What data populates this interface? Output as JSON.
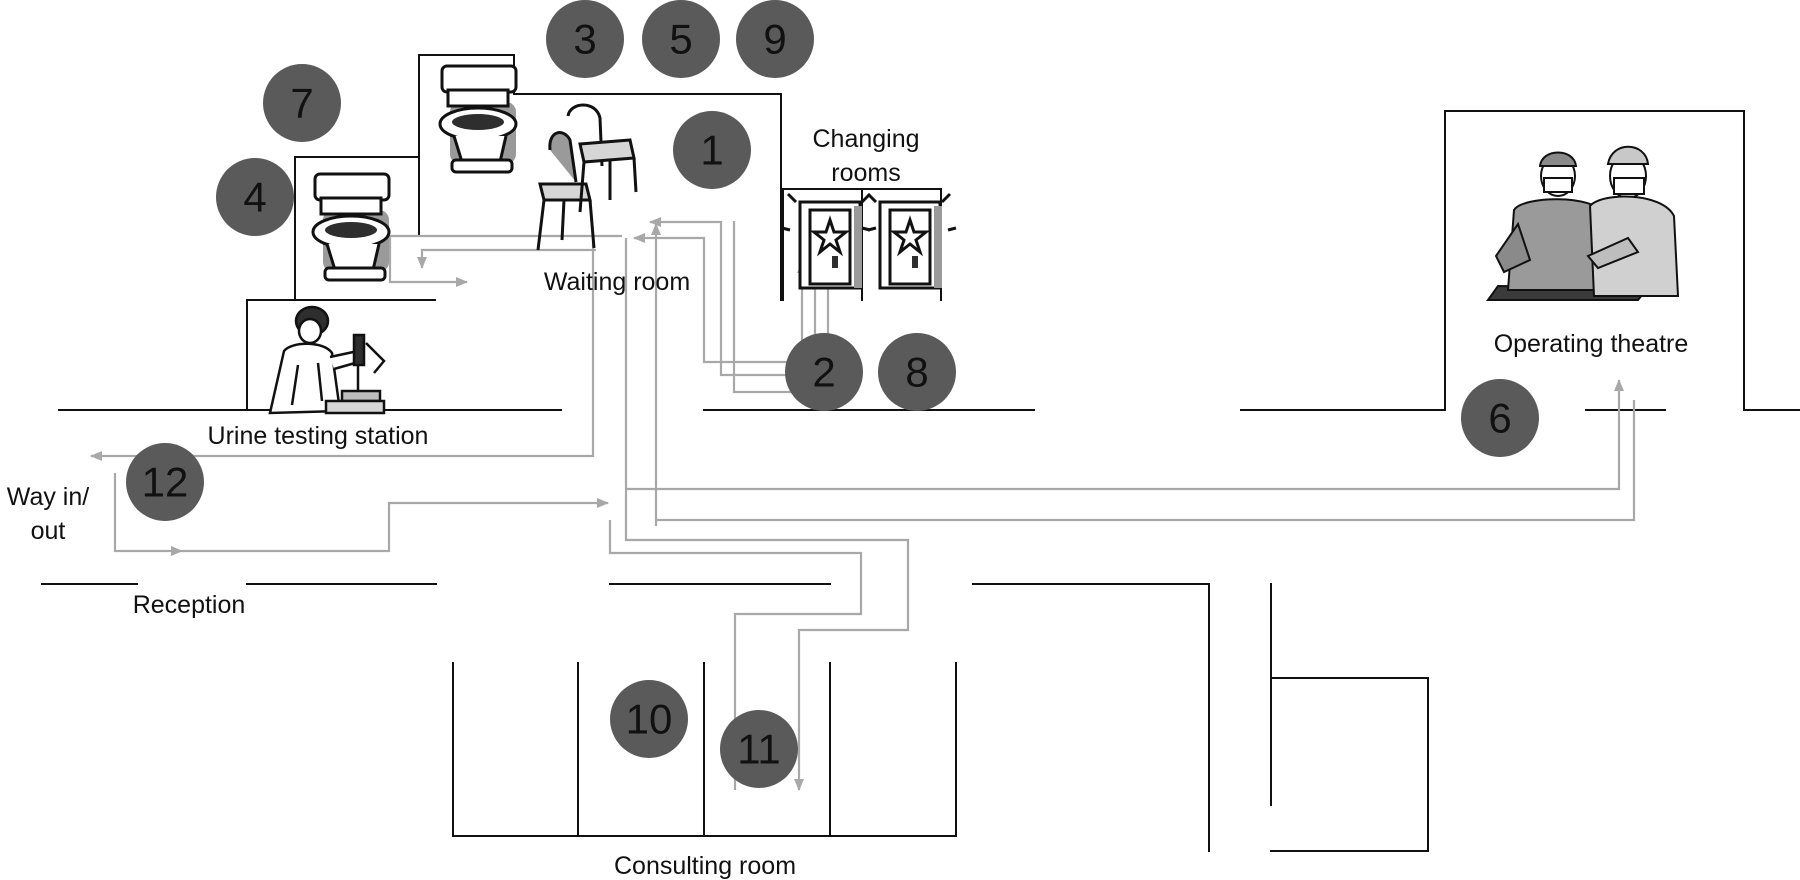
{
  "labels": {
    "changing_rooms_line1": "Changing",
    "changing_rooms_line2": "rooms",
    "waiting_room": "Waiting room",
    "urine_testing_station": "Urine testing station",
    "way_in_out_line1": "Way in/",
    "way_in_out_line2": "out",
    "reception": "Reception",
    "operating_theatre": "Operating theatre",
    "consulting_room": "Consulting room"
  },
  "markers": [
    "1",
    "2",
    "3",
    "4",
    "5",
    "6",
    "7",
    "8",
    "9",
    "10",
    "11",
    "12"
  ],
  "colors": {
    "walls": "#111111",
    "paths": "#a8a8a8",
    "markers": "#5a5a5a"
  },
  "icons": [
    "toilet-icon",
    "chairs-icon",
    "changing-room-door-icon",
    "lab-technician-icon",
    "surgeons-icon",
    "arrow-icon"
  ]
}
